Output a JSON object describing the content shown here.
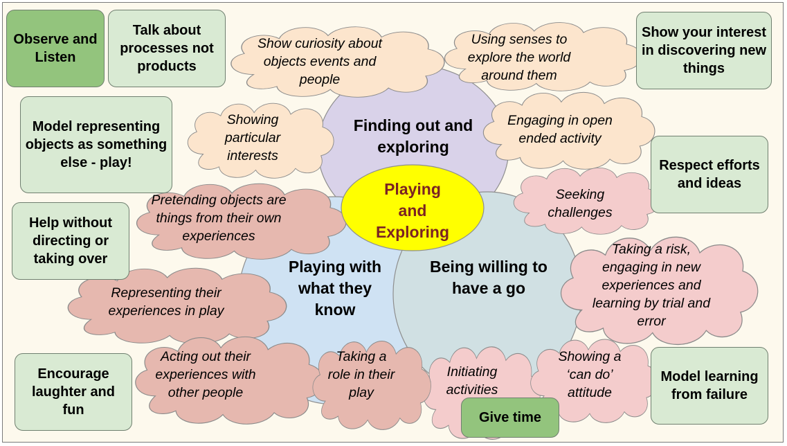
{
  "core": {
    "label": "Playing and Exploring",
    "color": "#ffff00"
  },
  "areas": [
    {
      "id": "finding",
      "label": "Finding out and exploring",
      "color": "#d9d2e9"
    },
    {
      "id": "playing",
      "label": "Playing with what they know",
      "color": "#cfe2f3"
    },
    {
      "id": "willing",
      "label": "Being willing to have a go",
      "color": "#d0e0e3"
    }
  ],
  "clouds": {
    "finding": [
      "Show curiosity about objects events and people",
      "Using senses to explore the world around them",
      "Showing particular interests",
      "Engaging in open ended activity"
    ],
    "playing": [
      "Pretending objects are things from their own experiences",
      "Representing their experiences in play",
      "Acting out their experiences with other people",
      "Taking a role in their play"
    ],
    "willing": [
      "Seeking challenges",
      "Taking a risk, engaging in new experiences and learning by trial and error",
      "Initiating activities",
      "Showing a ‘can do’ attitude"
    ]
  },
  "boxes": [
    "Observe and Listen",
    "Talk about processes not products",
    "Show your interest in discovering new things",
    "Model representing objects as something else - play!",
    "Respect efforts and ideas",
    "Help without directing or taking over",
    "Encourage laughter and fun",
    "Give time",
    "Model learning from failure"
  ],
  "colors": {
    "cloud_finding": "#fce5cd",
    "cloud_playing": "#e6b8af",
    "cloud_willing": "#f4cccc",
    "box_light": "#d9ead3",
    "box_dark": "#93c47d"
  }
}
